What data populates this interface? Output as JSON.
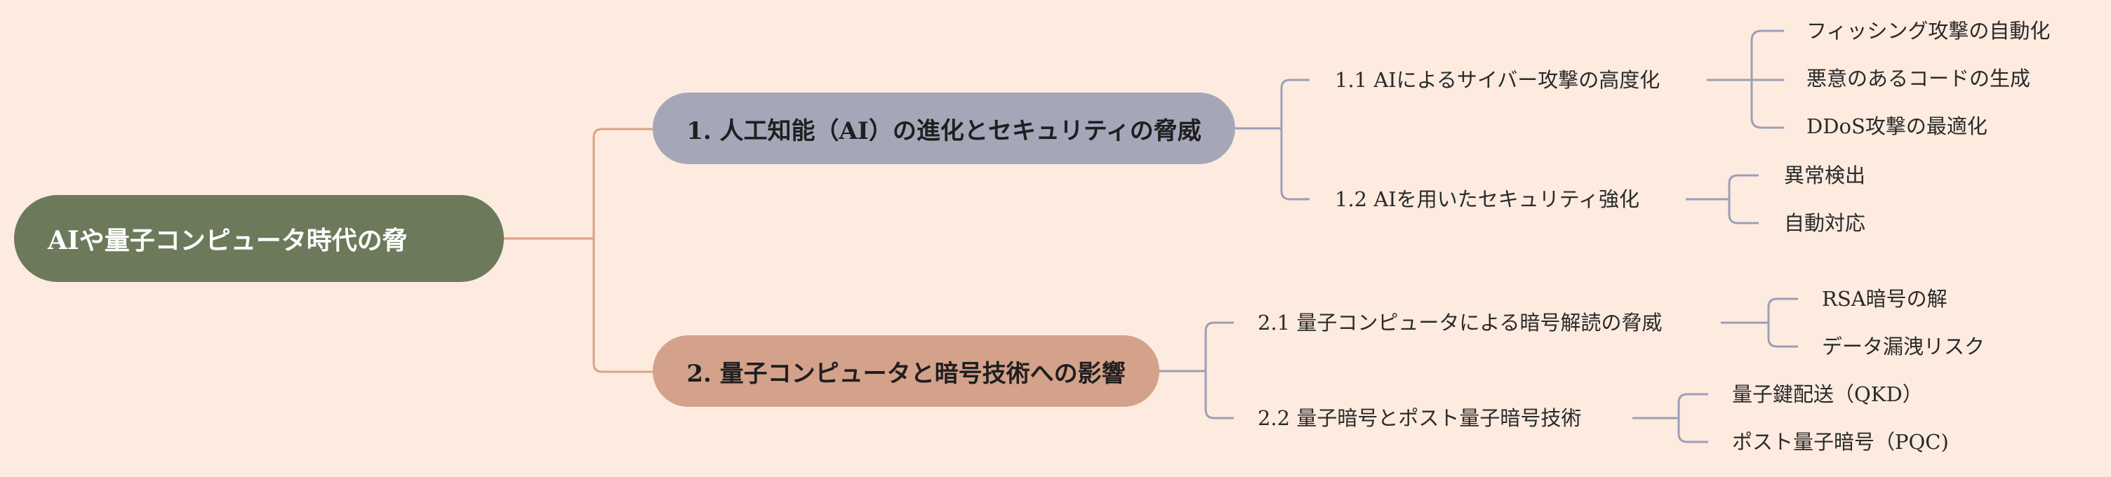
{
  "colors": {
    "background": "#fdebdf",
    "root_fill": "#6c7a5b",
    "branch1_fill": "#a5a7b9",
    "branch2_fill": "#d4a18a",
    "root_link": "#d9a386",
    "branch_link": "#9c9fb8"
  },
  "root": {
    "label": "AIや量子コンピュータ時代の脅"
  },
  "branches": [
    {
      "label": "1. 人工知能（AI）の進化とセキュリティの脅威",
      "subtopics": [
        {
          "label": "1.1 AIによるサイバー攻撃の高度化",
          "items": [
            "フィッシング攻撃の自動化",
            "悪意のあるコードの生成",
            "DDoS攻撃の最適化"
          ]
        },
        {
          "label": "1.2 AIを用いたセキュリティ強化",
          "items": [
            "異常検出",
            "自動対応"
          ]
        }
      ]
    },
    {
      "label": "2. 量子コンピュータと暗号技術への影響",
      "subtopics": [
        {
          "label": "2.1 量子コンピュータによる暗号解読の脅威",
          "items": [
            "RSA暗号の解",
            "データ漏洩リスク"
          ]
        },
        {
          "label": "2.2 量子暗号とポスト量子暗号技術",
          "items": [
            "量子鍵配送（QKD）",
            "ポスト量子暗号（PQC)"
          ]
        }
      ]
    }
  ]
}
